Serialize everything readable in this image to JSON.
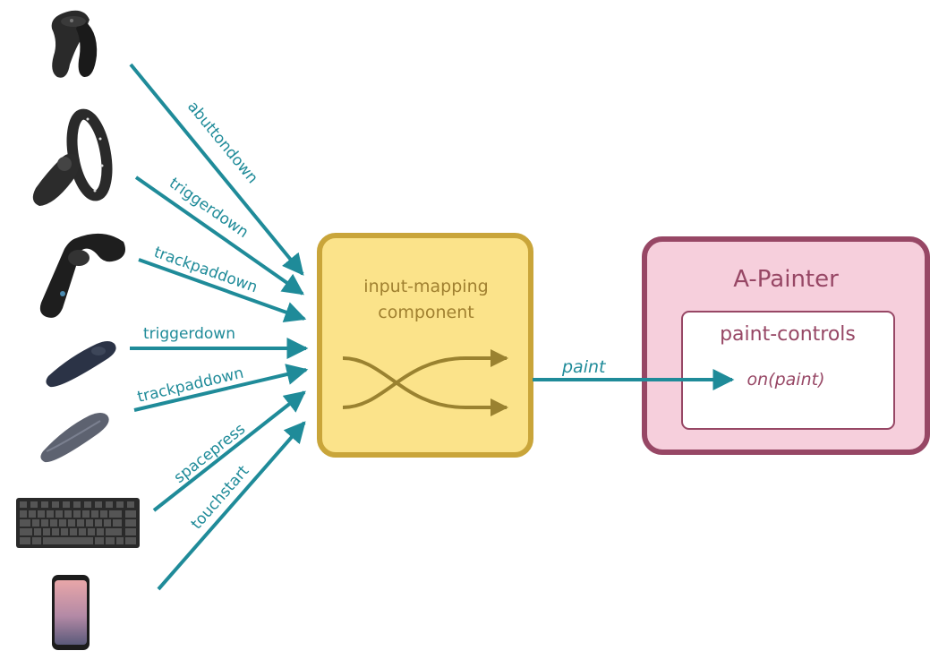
{
  "colors": {
    "arrow": "#1f8b99",
    "mapper_fill": "#fbe38a",
    "mapper_stroke": "#c9a53a",
    "mapper_text": "#a08030",
    "app_fill": "#f6cfdc",
    "app_stroke": "#974765",
    "app_text": "#974765",
    "crossing_arrows": "#9a8230"
  },
  "devices": [
    {
      "name": "oculus-touch-controller-icon"
    },
    {
      "name": "windows-mr-controller-icon"
    },
    {
      "name": "vive-controller-icon"
    },
    {
      "name": "daydream-controller-icon"
    },
    {
      "name": "gear-vr-controller-icon"
    },
    {
      "name": "keyboard-icon"
    },
    {
      "name": "smartphone-icon"
    }
  ],
  "events": {
    "abuttondown": "abuttondown",
    "triggerdown_1": "triggerdown",
    "trackpaddown_1": "trackpaddown",
    "triggerdown_2": "triggerdown",
    "trackpaddown_2": "trackpaddown",
    "spacepress": "spacepress",
    "touchstart": "touchstart"
  },
  "mapper": {
    "title_line1": "input-mapping",
    "title_line2": "component"
  },
  "output_event": "paint",
  "app": {
    "title": "A-Painter",
    "component": "paint-controls",
    "handler": "on(paint)"
  }
}
